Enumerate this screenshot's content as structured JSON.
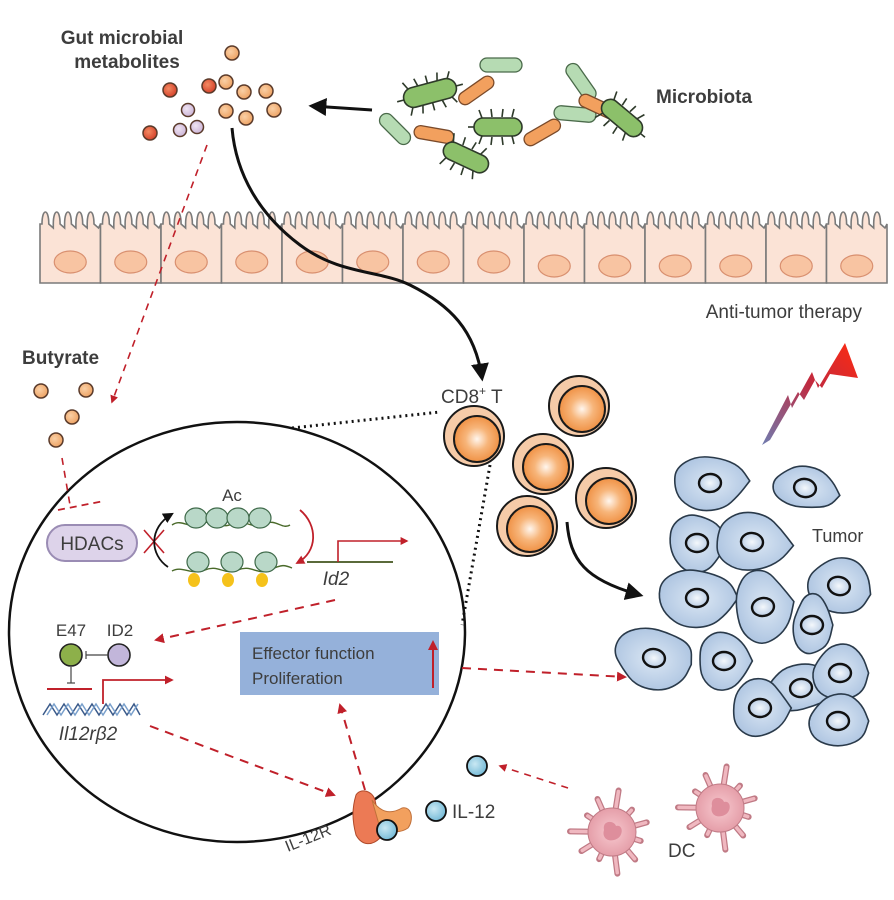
{
  "title": "Gut microbial metabolites (butyrate) enhance CD8+ T cell anti-tumor immunity via ID2 / IL-12 signaling",
  "labels": {
    "gut_metabolites_line1": "Gut microbial",
    "gut_metabolites_line2": "metabolites",
    "microbiota": "Microbiota",
    "anti_tumor_therapy": "Anti-tumor therapy",
    "butyrate": "Butyrate",
    "cd8_t": "CD8",
    "cd8_sup": "+",
    "cd8_suffix": " T",
    "hdacs": "HDACs",
    "ac": "Ac",
    "id2_gene": "Id2",
    "e47": "E47",
    "id2_protein": "ID2",
    "il12rb2_gene": "Il12rβ2",
    "effector_line1": "Effector function",
    "effector_line2": "Proliferation",
    "tumor": "Tumor",
    "il12r": "IL-12R",
    "il12": "IL-12",
    "dc": "DC"
  },
  "colors": {
    "text": "#3d3d3d",
    "arrow_solid": "#111111",
    "arrow_dashed": "#c0202a",
    "metabolite_orange": "#f2b27a",
    "metabolite_red": "#e0553a",
    "metabolite_purple": "#d9c6e0",
    "bacteria_green": "#8cc06a",
    "bacteria_lightgreen": "#b6dbb3",
    "bacteria_orange": "#f2a05e",
    "epithelium_fill": "#fbe3d6",
    "epithelium_nucleus": "#f8c4a2",
    "tcell_outer": "#f6cba8",
    "tcell_inner": "#f29a4e",
    "tumor_fill": "#bcd0e8",
    "effector_box": "#8aa9d6",
    "hdac_fill": "#ddd3ea",
    "e47_fill": "#8db04a",
    "id2_fill": "#c2b6da",
    "il12_fill": "#8cc8e0",
    "dc_fill": "#eaa6b0",
    "bolt_top": "#ff2a10",
    "bolt_bottom": "#6f7cb0"
  }
}
